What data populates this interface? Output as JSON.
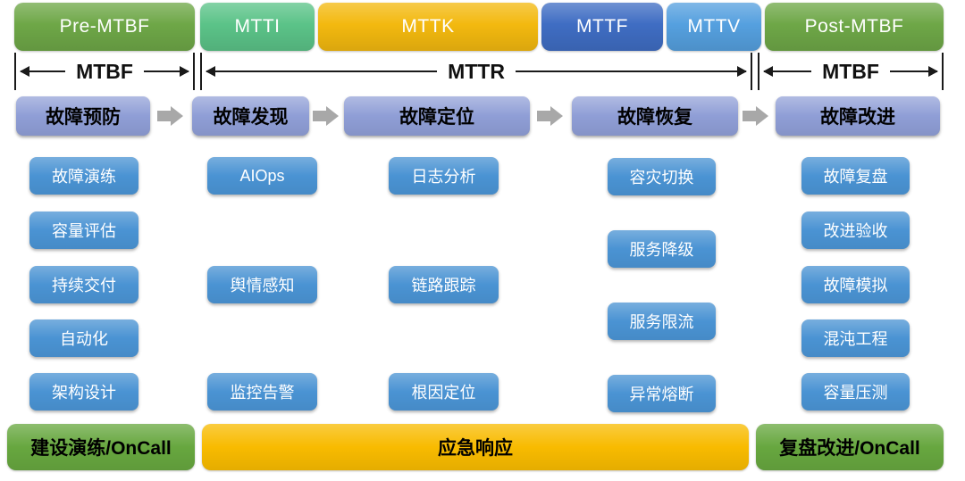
{
  "colors": {
    "green": "#6ea747",
    "seafoam": "#5bc388",
    "gold": "#f3b90f",
    "blue-dark": "#3f6dc3",
    "blue-light": "#55a0df",
    "stage-lavender": "#8f9ed6",
    "item-blue": "#4a93d3",
    "arrow-gray": "#a8a8a8",
    "line": "#1a1a1a",
    "bottom-green": "#67a73f",
    "bottom-gold": "#f8bb00"
  },
  "icons": {
    "flow_arrow": "block-arrow-right-icon",
    "bracket_arrows": "double-headed-measure-arrow-icon"
  },
  "timeline": {
    "segments": [
      {
        "label": "Pre-MTBF"
      },
      {
        "label": "MTTI"
      },
      {
        "label": "MTTK"
      },
      {
        "label": "MTTF"
      },
      {
        "label": "MTTV"
      },
      {
        "label": "Post-MTBF"
      }
    ]
  },
  "brackets": [
    {
      "label": "MTBF"
    },
    {
      "label": "MTTR"
    },
    {
      "label": "MTBF"
    }
  ],
  "stages": [
    {
      "header": "故障预防",
      "items": [
        "故障演练",
        "容量评估",
        "持续交付",
        "自动化",
        "架构设计"
      ]
    },
    {
      "header": "故障发现",
      "items": [
        "AIOps",
        "舆情感知",
        "监控告警"
      ]
    },
    {
      "header": "故障定位",
      "items": [
        "日志分析",
        "链路跟踪",
        "根因定位"
      ]
    },
    {
      "header": "故障恢复",
      "items": [
        "容灾切换",
        "服务降级",
        "服务限流",
        "异常熔断"
      ]
    },
    {
      "header": "故障改进",
      "items": [
        "故障复盘",
        "改进验收",
        "故障模拟",
        "混沌工程",
        "容量压测"
      ]
    }
  ],
  "bottom_bar": {
    "left": "建设演练/OnCall",
    "middle": "应急响应",
    "right": "复盘改进/OnCall"
  }
}
